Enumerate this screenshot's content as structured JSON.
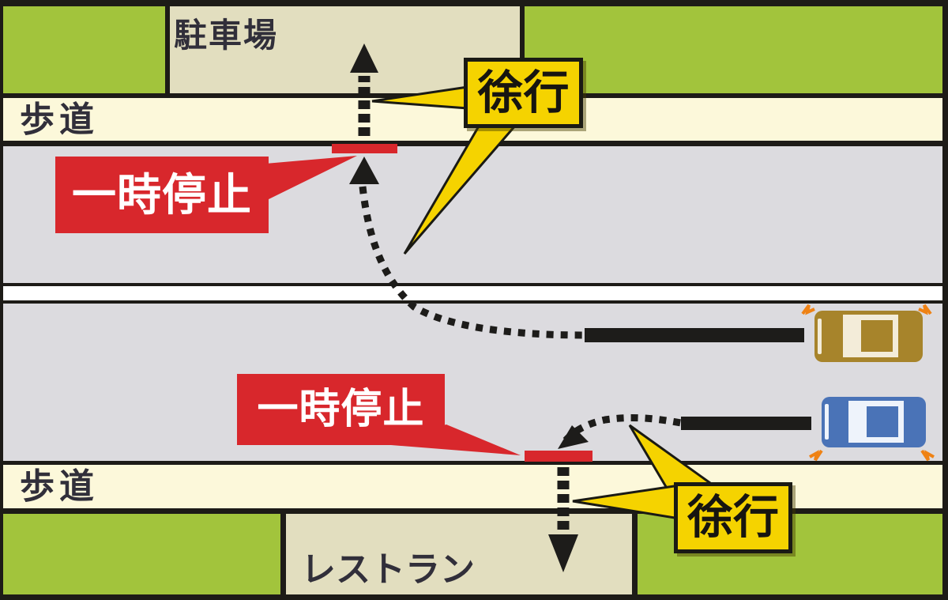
{
  "diagram": {
    "description_labels": {
      "parking": "駐車場",
      "sidewalk_top": "歩道",
      "sidewalk_bottom": "歩道",
      "restaurant": "レストラン"
    },
    "callouts": {
      "slow_top": "徐行",
      "slow_bottom": "徐行",
      "stop_top": "一時停止",
      "stop_bottom": "一時停止"
    },
    "colors": {
      "grass_green": "#a2c43c",
      "sidewalk_cream": "#fcf8da",
      "facility_beige": "#e2debf",
      "road_gray": "#dcdbdf",
      "line_black": "#1d1c1a",
      "alert_red": "#d8272c",
      "caution_yellow": "#f5d300",
      "car_gold": "#a7842b",
      "car_blue": "#4a73b7",
      "blinker_orange": "#ef8214",
      "label_text": "#312f3a"
    }
  }
}
